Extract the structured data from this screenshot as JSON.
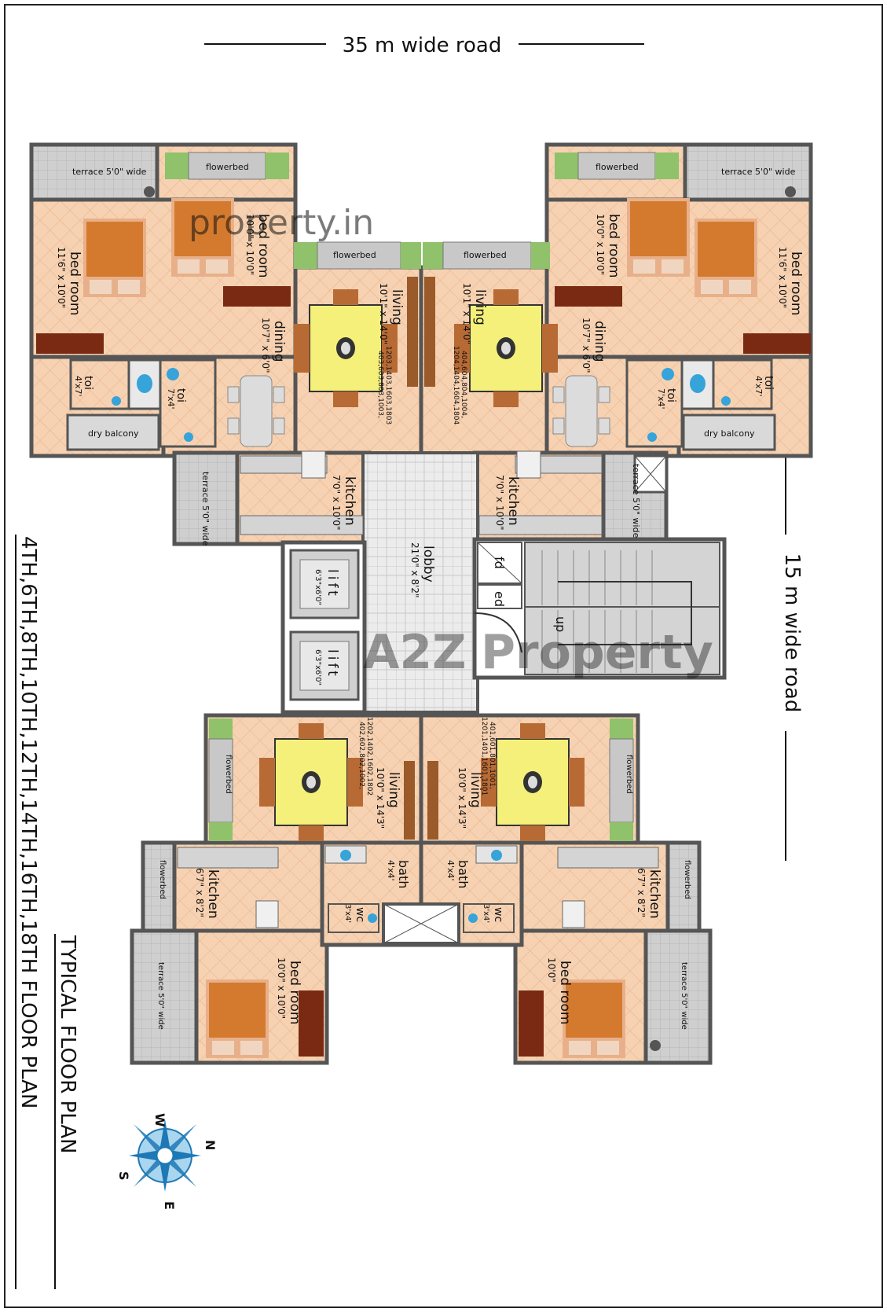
{
  "roads": {
    "top": "35 m wide road",
    "right": "15 m wide road"
  },
  "title": {
    "line1": "TYPICAL FLOOR PLAN",
    "line2": "4TH,6TH,8TH,10TH,12TH,14TH,16TH,18TH FLOOR PLAN"
  },
  "compass": {
    "n": "N",
    "s": "S",
    "e": "E",
    "w": "W"
  },
  "watermarks": {
    "top": "property.in",
    "center_a": "A2Z",
    "center_b": "Property"
  },
  "rooms": {
    "tl_terrace": "terrace 5'0\" wide",
    "tl_flowerbed": "flowerbed",
    "tl_bed1_name": "bed room",
    "tl_bed1_dim": "11'6\" x 10'0\"",
    "tl_bed2_name": "bed room",
    "tl_bed2_dim": "10'0\" x 10'0\"",
    "tl_dining_name": "dining",
    "tl_dining_dim": "10'7\" x 6'0\"",
    "tl_living_name": "living",
    "tl_living_dim": "10'1\" x 14'0\"",
    "tl_living_flowerbed": "flowerbed",
    "tl_unit_nos1": "403,603,803,1003,",
    "tl_unit_nos2": "1203,1403,1603,1803",
    "tl_toi1_name": "toi",
    "tl_toi1_dim": "4'x7'",
    "tl_toi2_name": "toi",
    "tl_toi2_dim": "7'x4'",
    "tl_dry_balcony": "dry balcony",
    "tl_kitchen_name": "kitchen",
    "tl_kitchen_dim": "7'0\" x 10'0\"",
    "tl_terrace2": "terrace 5'0\" wide",
    "tr_terrace": "terrace 5'0\" wide",
    "tr_flowerbed": "flowerbed",
    "tr_bed1_name": "bed room",
    "tr_bed1_dim": "11'6\" x 10'0\"",
    "tr_bed2_name": "bed room",
    "tr_bed2_dim": "10'0\" x 10'0\"",
    "tr_dining_name": "dining",
    "tr_dining_dim": "10'7\" x 6'0\"",
    "tr_living_name": "living",
    "tr_living_dim": "10'1\" x 14'0\"",
    "tr_living_flowerbed": "flowerbed",
    "tr_unit_nos1": "404,604,804,1004,",
    "tr_unit_nos2": "1204,1404,1604,1804",
    "tr_toi1_name": "toi",
    "tr_toi1_dim": "4'x7'",
    "tr_toi2_name": "toi",
    "tr_toi2_dim": "7'x4'",
    "tr_dry_balcony": "dry balcony",
    "tr_kitchen_name": "kitchen",
    "tr_kitchen_dim": "7'0\" x 10'0\"",
    "tr_terrace2": "terrace 5'0\" wide",
    "lobby_name": "lobby",
    "lobby_dim": "21'0\" x 8'2\"",
    "lift1_name": "lift",
    "lift1_dim": "6'3\"x6'0\"",
    "lift2_name": "lift",
    "lift2_dim": "6'3\"x6'0\"",
    "fd": "fd",
    "ed": "ed",
    "up": "up",
    "bl_living_name": "living",
    "bl_living_dim": "10'0\" x 14'3\"",
    "bl_unit_nos1": "402,602,802,1002,",
    "bl_unit_nos2": "1202,1402,1602,1802",
    "bl_flowerbed": "flowerbed",
    "bl_flowerbed2": "flowerbed",
    "bl_kitchen_name": "kitchen",
    "bl_kitchen_dim": "6'7\" x 8'2\"",
    "bl_bath_name": "bath",
    "bl_bath_dim": "4'x4'",
    "bl_wc_name": "wc",
    "bl_wc_dim": "3'x4'",
    "bl_bed_name": "bed room",
    "bl_bed_dim": "10'0\" x 10'0\"",
    "bl_terrace": "terrace 5'0\" wide",
    "br_living_name": "living",
    "br_living_dim": "10'0\" x 14'3\"",
    "br_unit_nos1": "401,601,801,1001,",
    "br_unit_nos2": "1201,1401,1601,1801",
    "br_flowerbed": "flowerbed",
    "br_flowerbed2": "flowerbed",
    "br_kitchen_name": "kitchen",
    "br_kitchen_dim": "6'7\" x 8'2\"",
    "br_bath_name": "bath",
    "br_bath_dim": "4'x4'",
    "br_wc_name": "wc",
    "br_wc_dim": "3'x4'",
    "br_bed_name": "bed room",
    "br_bed_dim": "10'0\"",
    "br_terrace": "terrace 5'0\" wide"
  }
}
